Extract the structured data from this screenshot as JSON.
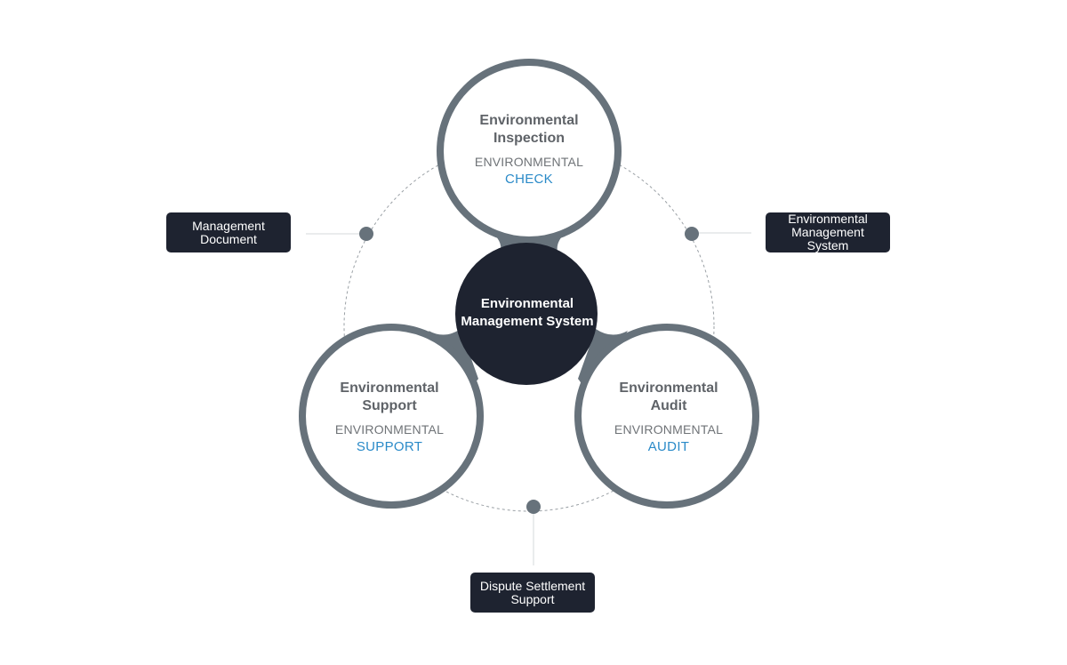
{
  "center": {
    "line1": "Environmental",
    "line2": "Management System"
  },
  "nodes": {
    "inspection": {
      "title1": "Environmental",
      "title2": "Inspection",
      "sub": "ENVIRONMENTAL",
      "accent": "CHECK"
    },
    "support": {
      "title1": "Environmental",
      "title2": "Support",
      "sub": "ENVIRONMENTAL",
      "accent": "SUPPORT"
    },
    "audit": {
      "title1": "Environmental",
      "title2": "Audit",
      "sub": "ENVIRONMENTAL",
      "accent": "AUDIT"
    }
  },
  "tags": {
    "management_document": {
      "line1": "Management",
      "line2": "Document"
    },
    "environmental_management_system": {
      "line1": "Environmental",
      "line2": "Management System"
    },
    "dispute_settlement_support": {
      "line1": "Dispute Settlement",
      "line2": "Support"
    }
  },
  "colors": {
    "ring": "#67727b",
    "center_fill": "#1e2330",
    "accent_text": "#2a8ac8",
    "title_text": "#5f6368",
    "tag_fill": "#1e2330"
  }
}
